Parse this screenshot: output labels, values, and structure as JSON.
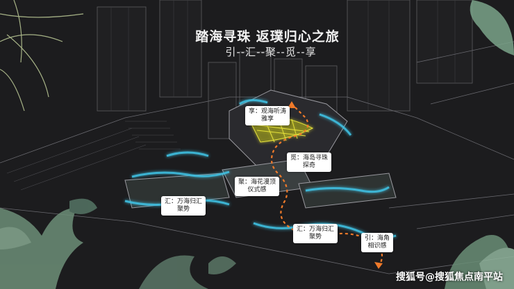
{
  "header": {
    "title": "踏海寻珠 返璞归心之旅",
    "subtitle": "引--汇--聚--觅--享"
  },
  "labels": {
    "xiang": [
      "享：观海听涛",
      "雅享"
    ],
    "mi": [
      "觅：海岛寻珠",
      "探奇"
    ],
    "ju": [
      "聚：海花漫顶",
      "仪式感"
    ],
    "hui_left": [
      "汇：万海归汇",
      "聚势"
    ],
    "hui_right": [
      "汇：万海归汇",
      "聚势"
    ],
    "yin": [
      "引：海角",
      "相识感"
    ]
  },
  "watermark": "搜狐号@搜狐焦点南平站",
  "colors": {
    "background": "#1c1c1e",
    "water_glow": "#3fc4e6",
    "path_orange": "#f07a2a",
    "feature_yellow": "#e6e23a",
    "foliage": "#7aa389"
  }
}
